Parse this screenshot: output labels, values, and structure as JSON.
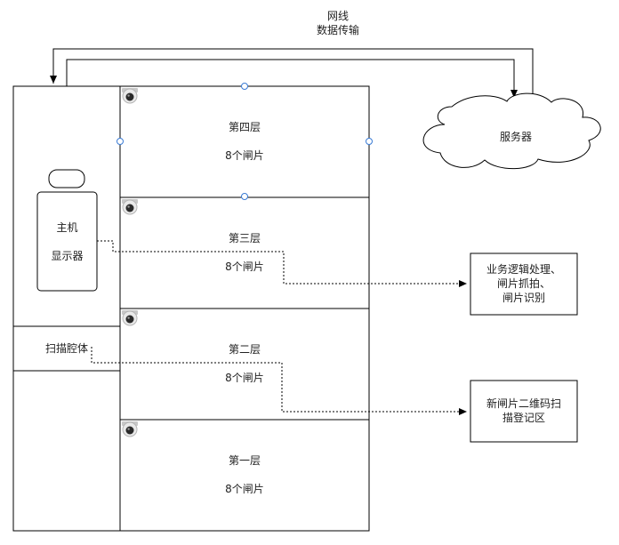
{
  "network": {
    "line1": "网线",
    "line2": "数据传输"
  },
  "server": {
    "label": "服务器"
  },
  "host": {
    "line1": "主机",
    "line2": "显示器"
  },
  "scanner": {
    "label": "扫描腔体"
  },
  "floors": [
    {
      "name": "第四层",
      "count": "8个闸片"
    },
    {
      "name": "第三层",
      "count": "8个闸片"
    },
    {
      "name": "第二层",
      "count": "8个闸片"
    },
    {
      "name": "第一层",
      "count": "8个闸片"
    }
  ],
  "logic_box": {
    "line1": "业务逻辑处理、",
    "line2": "闸片抓拍、",
    "line3": "闸片识别"
  },
  "register_box": {
    "line1": "新闸片二维码扫",
    "line2": "描登记区"
  },
  "icons": {
    "camera": "camera-icon"
  }
}
